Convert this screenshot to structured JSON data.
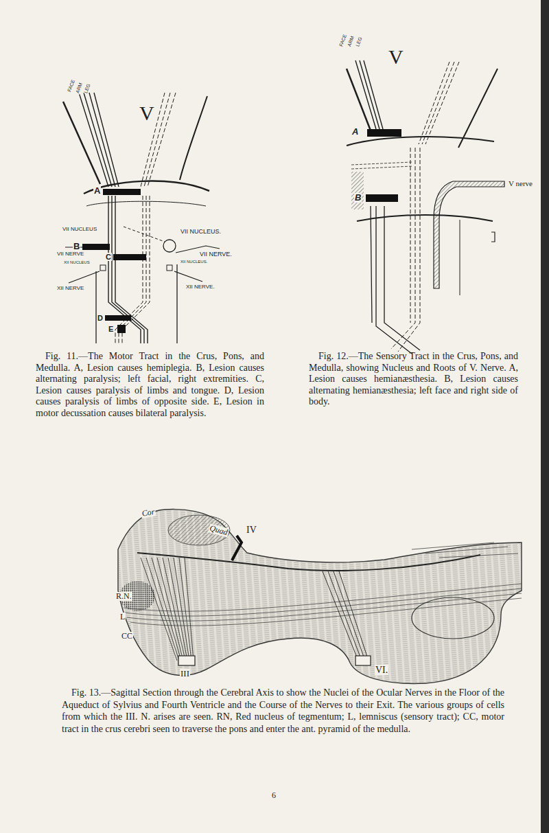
{
  "diagram": {
    "labels": [
      "FACE",
      "ARM",
      "LEG",
      "V",
      "A",
      "VII NUCLEUS",
      "B",
      "VII NUCLEUS.",
      "VII NERVE",
      "C",
      "XII NUCLEUS",
      "VII NERVE.",
      "XII NUCLEUS.",
      "XII NERVE",
      "XII NERVE.",
      "D",
      "E",
      "Fig. 11.—The Motor Tract in the Crus, Pons, and Medulla. A, Lesion causes hemiplegia. B, Lesion causes alternating paralysis; left facial, right extremities. C, Lesion causes paralysis of limbs and tongue. D, Lesion causes paralysis of limbs of opposite side. E, Lesion in motor decussation causes bilateral paralysis.",
      "FACE",
      "ARM",
      "LEG",
      "V",
      "A",
      "B",
      "V nerve",
      "Fig. 12.—The Sensory Tract in the Crus, Pons, and Medulla, showing Nucleus and Roots of V. Nerve. A, Lesion causes hemianæsthesia. B, Lesion causes alternating hemianæsthesia; left face and right side of body.",
      "Cor",
      "Quad",
      "IV",
      "R.N.",
      "L",
      "CC",
      "III",
      "VI.",
      "Fig. 13.—Sagittal Section through the Cerebral Axis to show the Nuclei of the Ocular Nerves in the Floor of the Aqueduct of Sylvius and Fourth Ventricle and the Course of the Nerves to their Exit. The various groups of cells from which the III. N. arises are seen. RN, Red nucleus of tegmentum; L, lemniscus (sensory tract); CC, motor tract in the crus cerebri seen to traverse the pons and enter the ant. pyramid of the medulla.",
      "6"
    ]
  }
}
